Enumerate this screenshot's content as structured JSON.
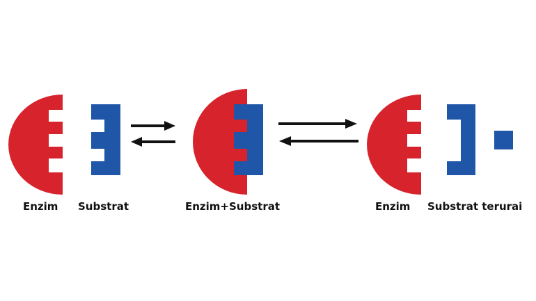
{
  "colors": {
    "enzyme": "#d7232b",
    "substrate": "#1f56a8",
    "arrow": "#111111",
    "background": "#ffffff"
  },
  "labels": {
    "enzyme_1": "Enzim",
    "substrate_1": "Substrat",
    "complex": "Enzim+Substrat",
    "enzyme_2": "Enzim",
    "products": "Substrat terurai"
  }
}
